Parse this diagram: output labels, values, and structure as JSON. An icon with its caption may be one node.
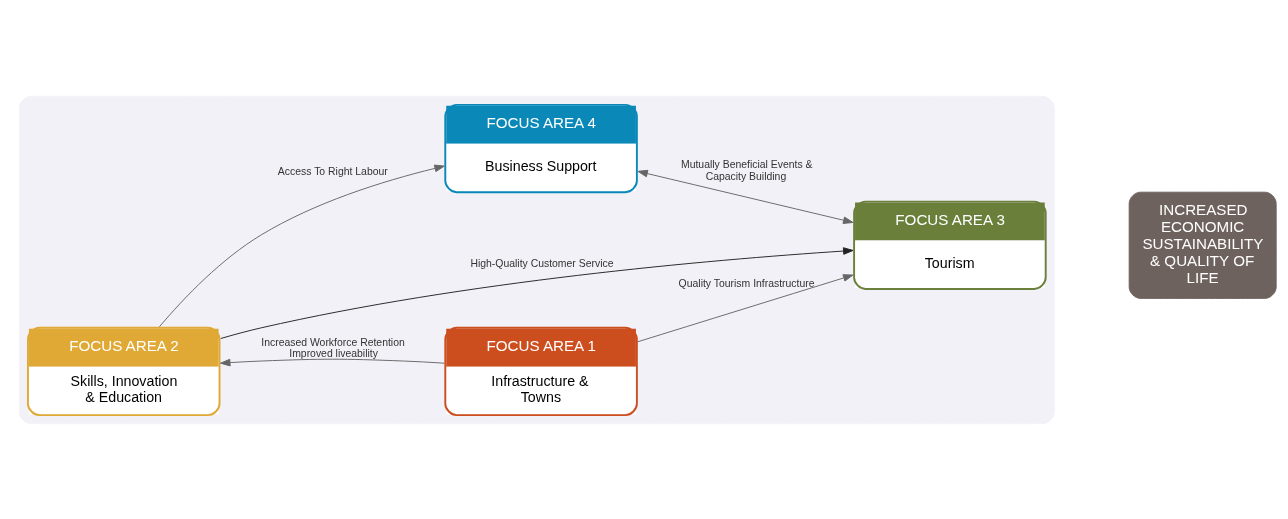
{
  "diagram": {
    "nodes": [
      {
        "text": [],
        "shape": "box"
      },
      {
        "text": [
          "FOCUS AREA 1",
          "Infrastructure & Towns"
        ],
        "in": 0
      },
      {
        "text": [
          "FOCUS AREA 2",
          "Skills, Innovation & Education"
        ],
        "in": 0
      },
      {
        "text": [
          "FOCUS AREA 3",
          "Tourism"
        ],
        "in": 0
      },
      {
        "text": [
          "FOCUS AREA 4",
          "Business Support"
        ],
        "in": 0
      },
      {
        "text": [
          "INCREASED ECONOMIC SUSTAINABILITY & QUALITY OF LIFE"
        ]
      }
    ],
    "edges": [
      {
        "from": 1,
        "to": 2,
        "arrow": "to",
        "label": "Increased Workforce Retention Improved liveability"
      },
      {
        "from": 1,
        "to": 3,
        "arrow": "to",
        "label": "Quality Tourism Infrastructure"
      },
      {
        "from": 2,
        "to": 3,
        "arrow": "to",
        "label": "High-Quality Customer Service",
        "color": "#222222"
      },
      {
        "from": 2,
        "to": 4,
        "arrow": "to",
        "label": "Access To Right Labour"
      },
      {
        "from": 4,
        "to": 3,
        "arrow": "both",
        "label": "Mutually Beneficial Events & Capacity Building"
      }
    ]
  }
}
